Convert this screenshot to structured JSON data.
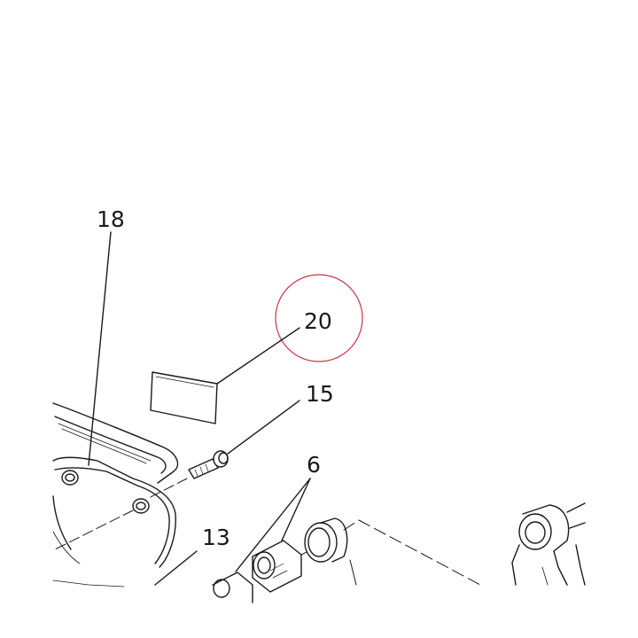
{
  "callouts": {
    "c18": "18",
    "c20": "20",
    "c15": "15",
    "c6": "6",
    "c13": "13"
  },
  "colors": {
    "line": "#1a1a1a",
    "highlight_circle": "#cc3344",
    "background": "#ffffff"
  }
}
